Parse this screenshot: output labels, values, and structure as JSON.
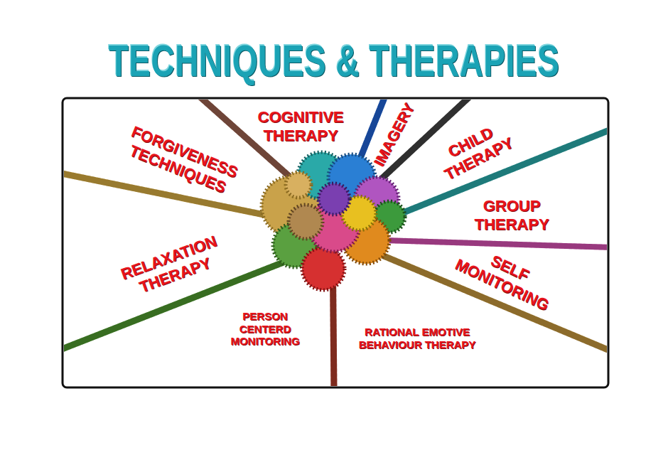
{
  "diagram": {
    "title": "TECHNIQUES & THERAPIES",
    "labels": [
      "COGNITIVE THERAPY",
      "IMAGERY",
      "CHILD THERAPY",
      "FORGIVENESS TECHNIQUES",
      "GROUP THERAPY",
      "RELAXATION THERAPY",
      "SELF MONITORING",
      "PERSON CENTERD MONITORING",
      "RATIONAL EMOTIVE BEHAVIOUR THERAPY"
    ]
  }
}
